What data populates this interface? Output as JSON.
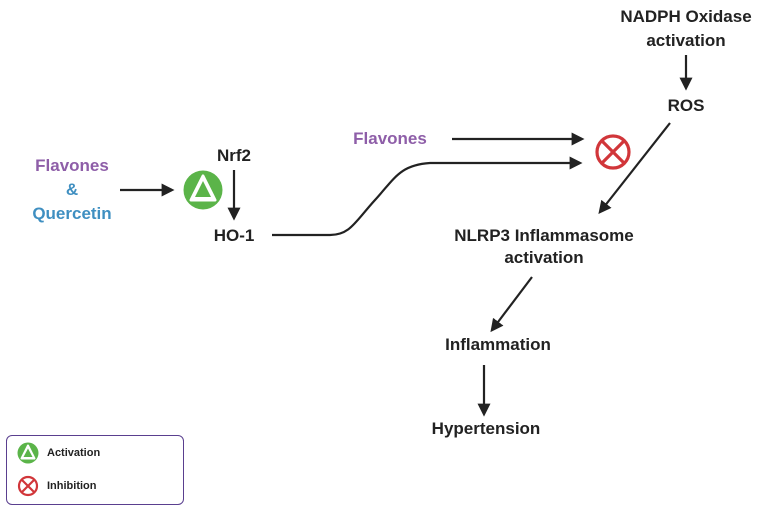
{
  "colors": {
    "flavones": "#8e5ea8",
    "quercetin": "#3f8fc1",
    "activation": "#5bb449",
    "inhibition": "#d1363a",
    "text": "#222222",
    "legend_border": "#5a3f8f"
  },
  "left_input": {
    "flavones": "Flavones",
    "ampersand": "&",
    "quercetin": "Quercetin"
  },
  "nodes": {
    "nrf2": "Nrf2",
    "ho1": "HO-1",
    "flavones_top": "Flavones",
    "nadph_line1": "NADPH Oxidase",
    "nadph_line2": "activation",
    "ros": "ROS",
    "nlrp3_line1": "NLRP3 Inflammasome",
    "nlrp3_line2": "activation",
    "inflammation": "Inflammation",
    "hypertension": "Hypertension"
  },
  "legend": {
    "activation": "Activation",
    "inhibition": "Inhibition"
  },
  "icons": {
    "activation": "activation-triangle-icon",
    "inhibition": "inhibition-circle-x-icon"
  }
}
